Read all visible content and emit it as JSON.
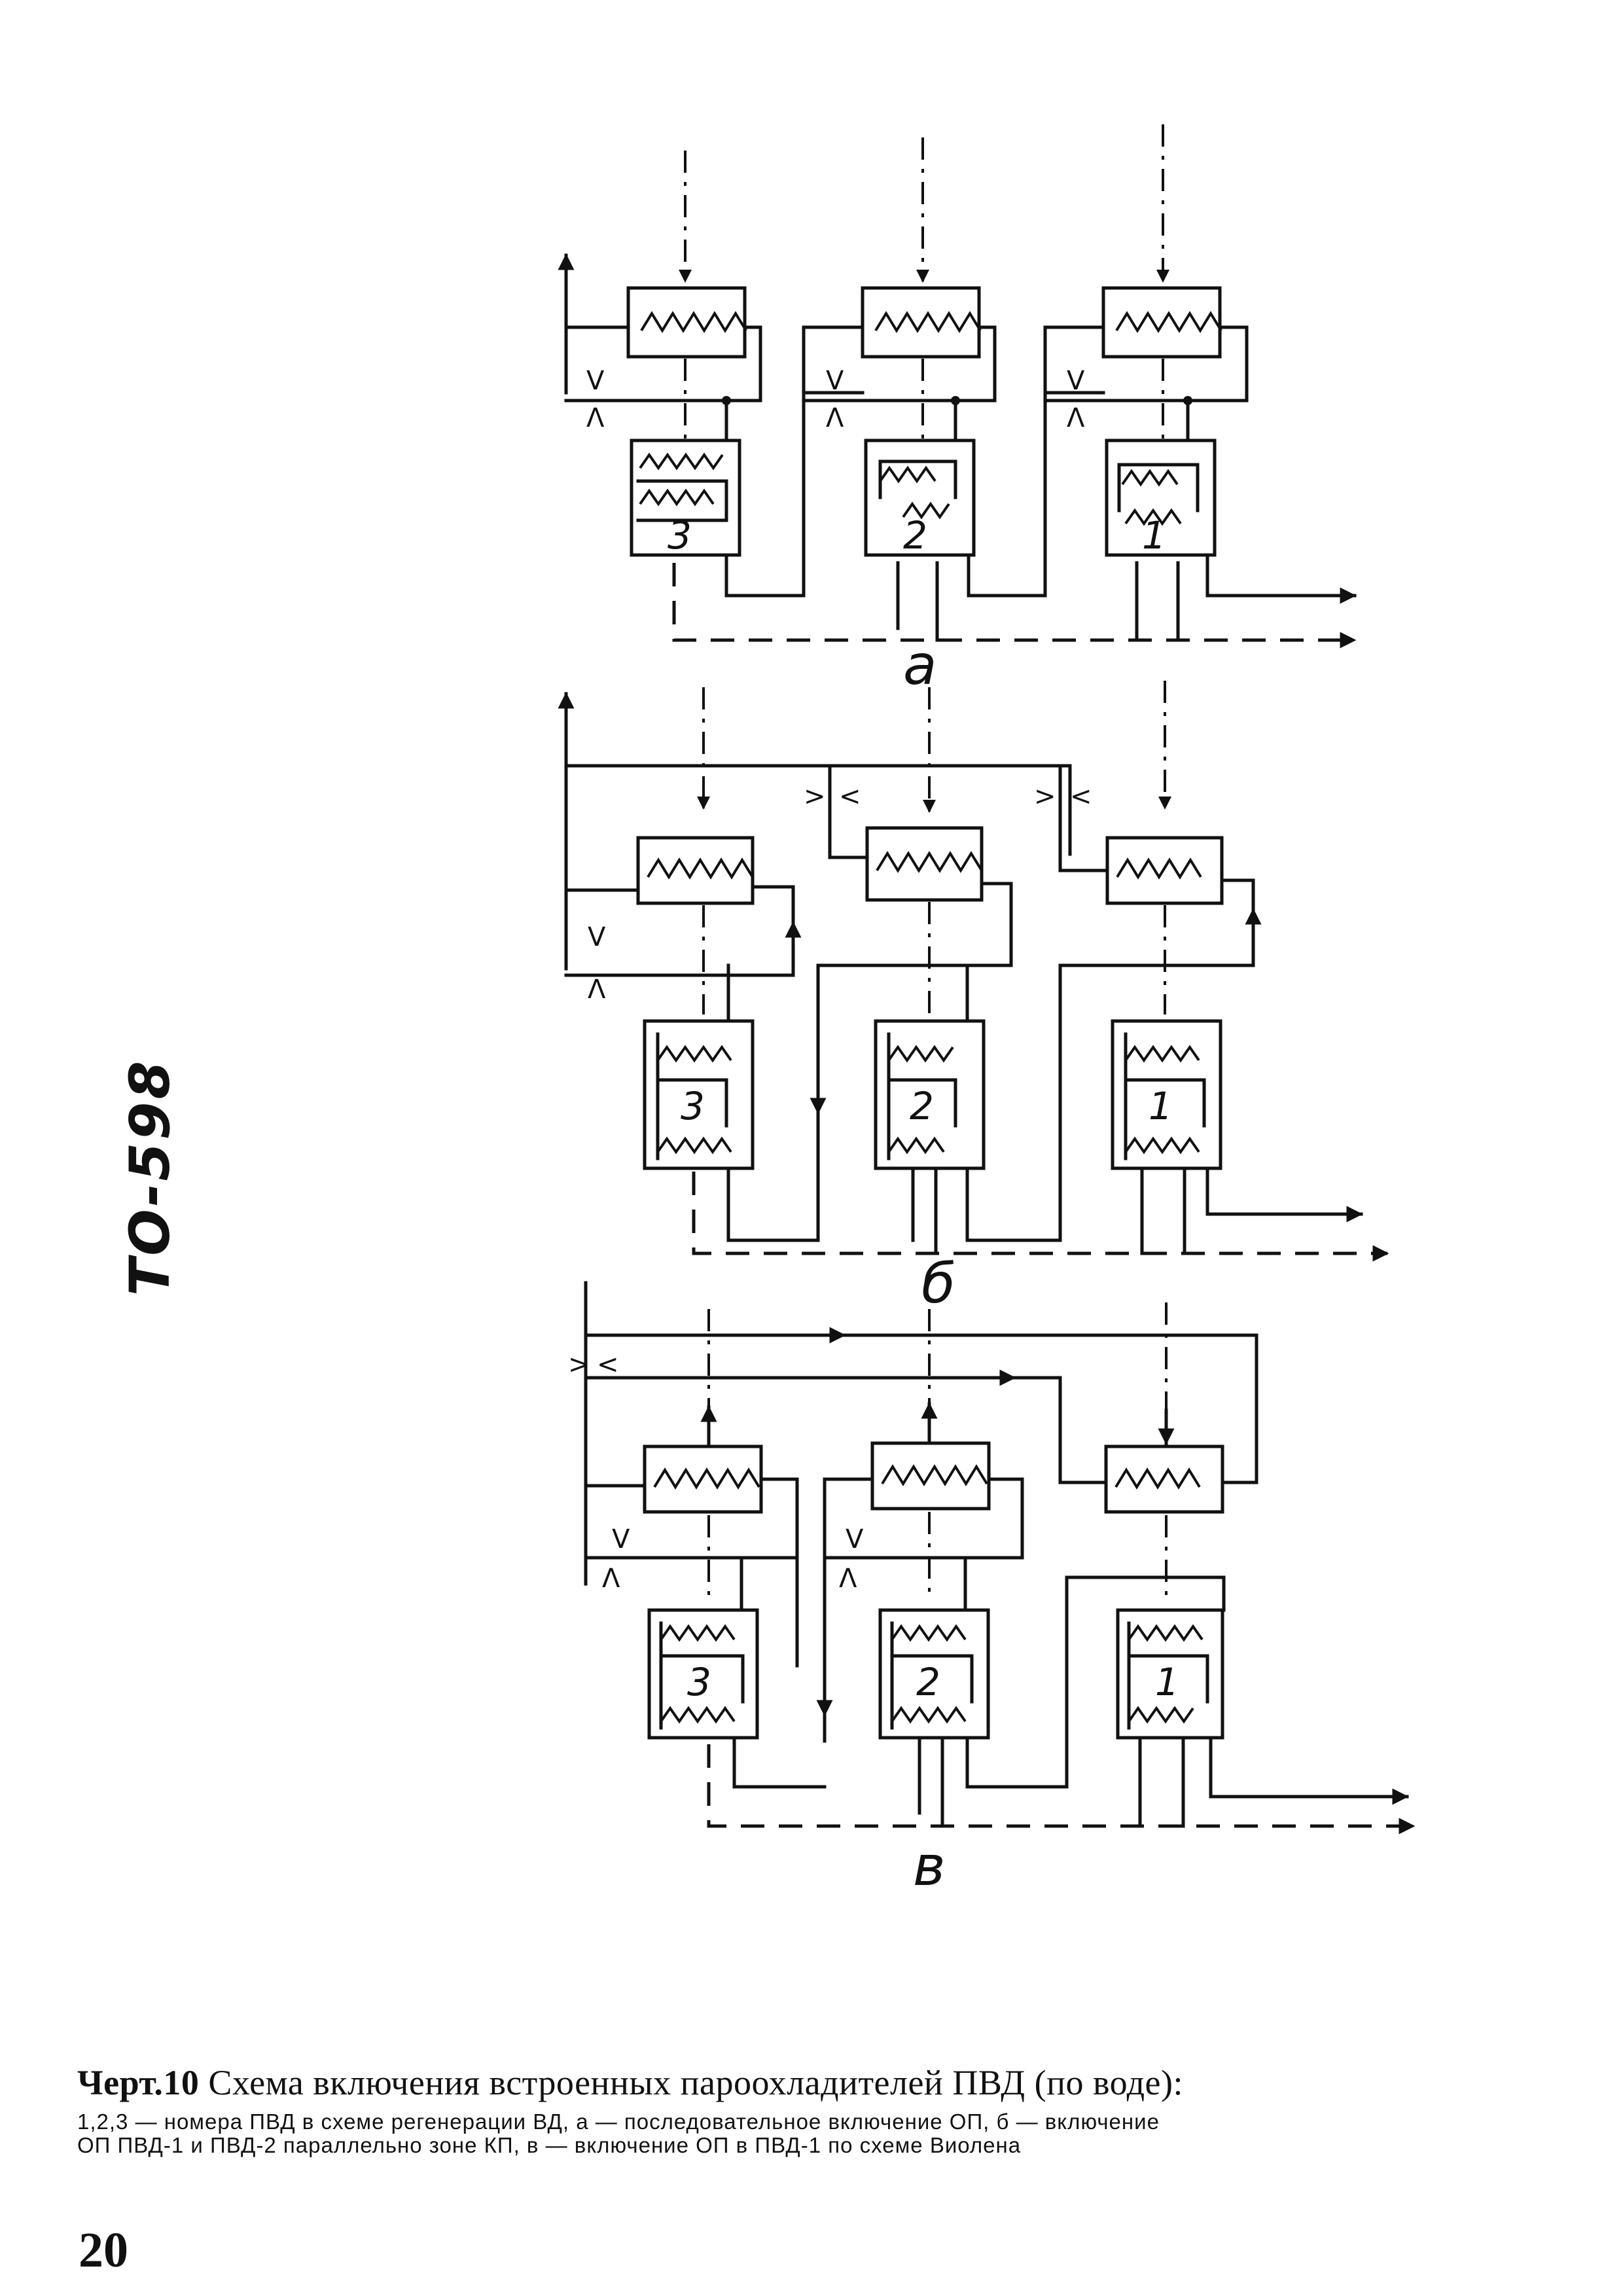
{
  "document": {
    "code": "ТО-598",
    "page_number": "20"
  },
  "caption": {
    "label": "Черт.10",
    "title": "Схема включения встроенных пароохладителей ПВД (по воде):",
    "legend_line1": "1,2,3 — номера ПВД в схеме регенерации ВД, а — последовательное включение ОП, б — включение",
    "legend_line2": "ОП ПВД-1 и ПВД-2 параллельно зоне КП, в — включение ОП в ПВД-1 по схеме Виолена"
  },
  "schemes": [
    {
      "letter": "а",
      "heater_numbers": [
        "3",
        "2",
        "1"
      ]
    },
    {
      "letter": "б",
      "heater_numbers": [
        "3",
        "2",
        "1"
      ]
    },
    {
      "letter": "в",
      "heater_numbers": [
        "3",
        "2",
        "1"
      ]
    }
  ],
  "valve_marks": {
    "open": "V",
    "closed": "Λ",
    "right": ">",
    "left": "<"
  }
}
